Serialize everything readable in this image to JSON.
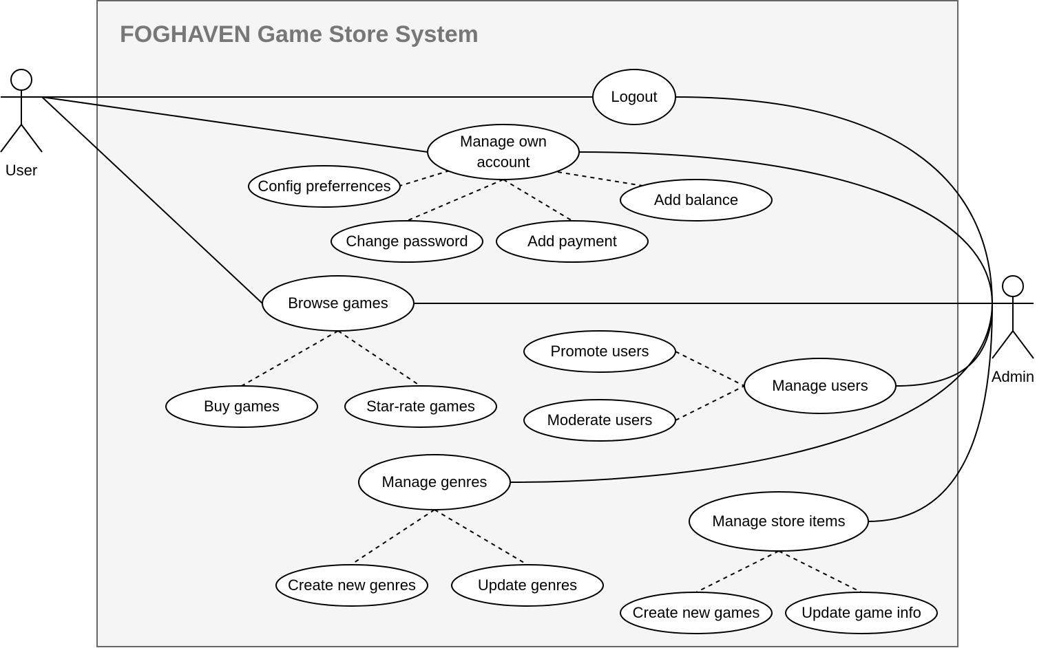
{
  "system": {
    "title": "FOGHAVEN Game Store System"
  },
  "actors": {
    "user": "User",
    "admin": "Admin"
  },
  "use_cases": {
    "logout": "Logout",
    "manage_own_account_line1": "Manage own",
    "manage_own_account_line2": "account",
    "config_preferences": "Config preferrences",
    "add_balance": "Add balance",
    "change_password": "Change password",
    "add_payment": "Add payment",
    "browse_games": "Browse games",
    "buy_games": "Buy games",
    "star_rate_games": "Star-rate games",
    "promote_users": "Promote users",
    "moderate_users": "Moderate users",
    "manage_users": "Manage users",
    "manage_genres": "Manage genres",
    "create_new_genres": "Create new genres",
    "update_genres": "Update genres",
    "manage_store_items": "Manage store items",
    "create_new_games": "Create new games",
    "update_game_info": "Update game info"
  },
  "relationships": {
    "associations": [
      [
        "user",
        "logout"
      ],
      [
        "user",
        "manage_own_account"
      ],
      [
        "user",
        "browse_games"
      ],
      [
        "admin",
        "logout"
      ],
      [
        "admin",
        "manage_own_account"
      ],
      [
        "admin",
        "browse_games"
      ],
      [
        "admin",
        "manage_users"
      ],
      [
        "admin",
        "manage_genres"
      ],
      [
        "admin",
        "manage_store_items"
      ]
    ],
    "dependencies": [
      [
        "manage_own_account",
        "config_preferences"
      ],
      [
        "manage_own_account",
        "add_balance"
      ],
      [
        "manage_own_account",
        "change_password"
      ],
      [
        "manage_own_account",
        "add_payment"
      ],
      [
        "browse_games",
        "buy_games"
      ],
      [
        "browse_games",
        "star_rate_games"
      ],
      [
        "manage_users",
        "promote_users"
      ],
      [
        "manage_users",
        "moderate_users"
      ],
      [
        "manage_genres",
        "create_new_genres"
      ],
      [
        "manage_genres",
        "update_genres"
      ],
      [
        "manage_store_items",
        "create_new_games"
      ],
      [
        "manage_store_items",
        "update_game_info"
      ]
    ]
  }
}
